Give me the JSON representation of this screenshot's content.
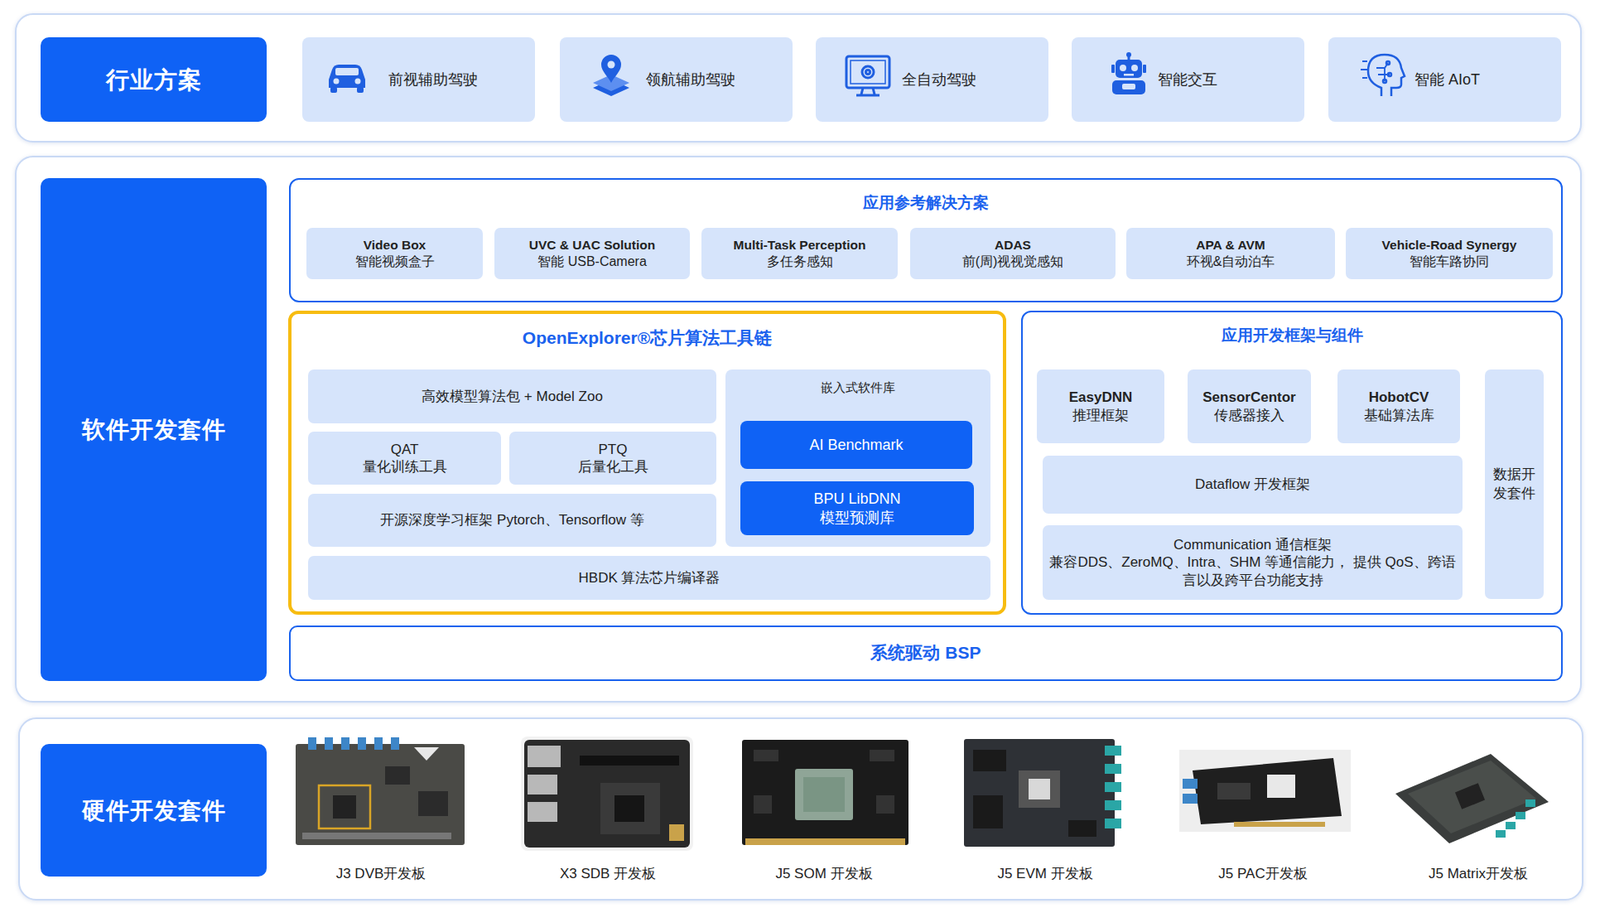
{
  "diagram": {
    "nodes": [
      {
        "text": [
          "行业方案"
        ]
      },
      {
        "text": [
          "前视辅助驾驶"
        ],
        "in": 0
      },
      {
        "text": [
          "领航辅助驾驶"
        ],
        "in": 0
      },
      {
        "text": [
          "全自动驾驶"
        ],
        "in": 0
      },
      {
        "text": [
          "智能交互"
        ],
        "in": 0
      },
      {
        "text": [
          "智能 AIoT"
        ],
        "in": 0
      },
      {
        "text": [
          "软件开发套件"
        ]
      },
      {
        "text": [
          "应用参考解决方案"
        ],
        "in": 6
      },
      {
        "text": [
          "Video Box",
          "智能视频盒子"
        ],
        "in": 7
      },
      {
        "text": [
          "UVC & UAC Solution",
          "智能 USB-Camera"
        ],
        "in": 7
      },
      {
        "text": [
          "Multi-Task Perception",
          "多任务感知"
        ],
        "in": 7
      },
      {
        "text": [
          "ADAS",
          "前(周)视视觉感知"
        ],
        "in": 7
      },
      {
        "text": [
          "APA & AVM",
          "环视&自动泊车"
        ],
        "in": 7
      },
      {
        "text": [
          "Vehicle-Road Synergy",
          "智能车路协同"
        ],
        "in": 7
      },
      {
        "text": [
          "OpenExplorer®芯片算法工具链"
        ],
        "in": 6
      },
      {
        "text": [
          "高效模型算法包 + Model Zoo"
        ],
        "in": 14
      },
      {
        "text": [
          "QAT",
          "量化训练工具"
        ],
        "in": 14
      },
      {
        "text": [
          "PTQ",
          "后量化工具"
        ],
        "in": 14
      },
      {
        "text": [
          "开源深度学习框架 Pytorch、Tensorflow 等"
        ],
        "in": 14
      },
      {
        "text": [
          "嵌入式软件库"
        ],
        "in": 14
      },
      {
        "text": [
          "AI Benchmark"
        ],
        "in": 19
      },
      {
        "text": [
          "BPU LibDNN",
          "模型预测库"
        ],
        "in": 19
      },
      {
        "text": [
          "HBDK 算法芯片编译器"
        ],
        "in": 14
      },
      {
        "text": [
          "应用开发框架与组件"
        ],
        "in": 6
      },
      {
        "text": [
          "EasyDNN",
          "推理框架"
        ],
        "in": 23
      },
      {
        "text": [
          "SensorCentor",
          "传感器接入"
        ],
        "in": 23
      },
      {
        "text": [
          "HobotCV",
          "基础算法库"
        ],
        "in": 23
      },
      {
        "text": [
          "数据开发套件"
        ],
        "in": 23
      },
      {
        "text": [
          "Dataflow 开发框架"
        ],
        "in": 23
      },
      {
        "text": [
          "Communication 通信框架",
          "兼容DDS、ZeroMQ、Intra、SHM 等通信能力， 提供 QoS、跨语言以及跨平台功能支持"
        ],
        "in": 23
      },
      {
        "text": [
          "系统驱动 BSP"
        ],
        "in": 6
      },
      {
        "text": [
          "硬件开发套件"
        ]
      }
    ],
    "labels": [
      "J3 DVB开发板",
      "X3 SDB 开发板",
      "J5 SOM 开发板",
      "J5 EVM 开发板",
      "J5 PAC开发板",
      "J5 Matrix开发板"
    ]
  }
}
